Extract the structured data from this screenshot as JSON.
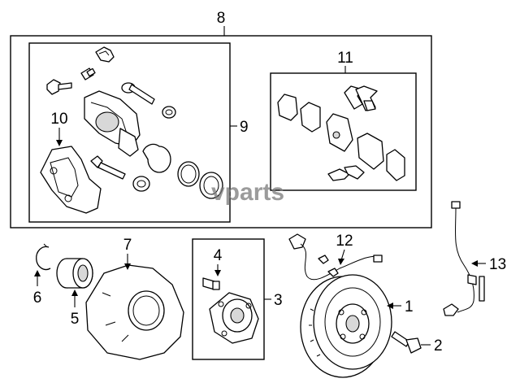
{
  "diagram": {
    "watermark": "vparts",
    "callouts": {
      "c1": "1",
      "c2": "2",
      "c3": "3",
      "c4": "4",
      "c5": "5",
      "c6": "6",
      "c7": "7",
      "c8": "8",
      "c9": "9",
      "c10": "10",
      "c11": "11",
      "c12": "12",
      "c13": "13"
    }
  }
}
